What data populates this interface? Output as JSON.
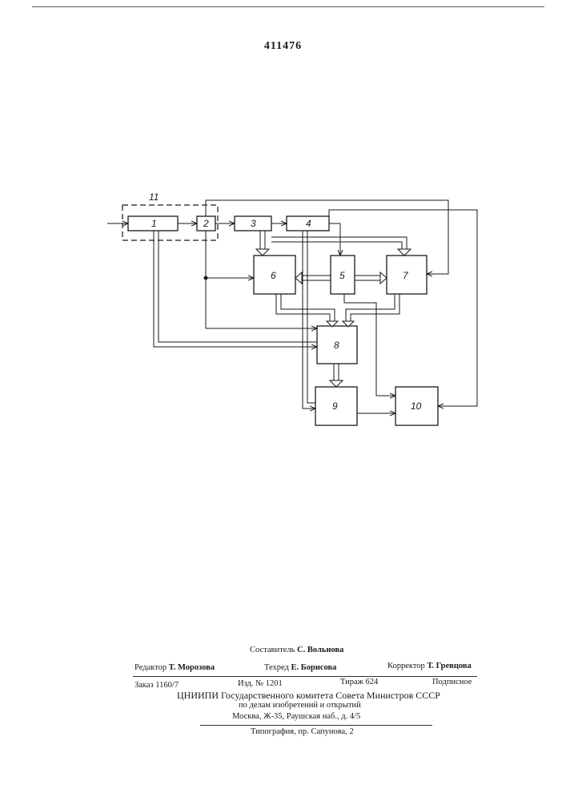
{
  "document": {
    "patent_number": "411476",
    "diagram": {
      "group_label": "11",
      "blocks": [
        {
          "id": "b1",
          "label": "1"
        },
        {
          "id": "b2",
          "label": "2"
        },
        {
          "id": "b3",
          "label": "3"
        },
        {
          "id": "b4",
          "label": "4"
        },
        {
          "id": "b5",
          "label": "5"
        },
        {
          "id": "b6",
          "label": "6"
        },
        {
          "id": "b7",
          "label": "7"
        },
        {
          "id": "b8",
          "label": "8"
        },
        {
          "id": "b9",
          "label": "9"
        },
        {
          "id": "b10",
          "label": "10"
        }
      ]
    },
    "imprint": {
      "compiler_role": "Составитель",
      "compiler_name": "С. Вольнова",
      "editor_role": "Редактор",
      "editor_name": "Т. Морозова",
      "techred_role": "Техред",
      "techred_name": "Е. Борисова",
      "corrector_role": "Корректор",
      "corrector_name": "Т. Гревцова",
      "order": "Заказ 1160/7",
      "edition": "Изд. № 1201",
      "print_run": "Тираж 624",
      "subscription": "Подписное",
      "org_line1": "ЦНИИПИ Государственного комитета Совета Министров СССР",
      "org_line2": "по делам изобретений и открытий",
      "org_line3": "Москва, Ж-35, Раушская наб., д. 4/5",
      "printer": "Типография, пр. Сапунова, 2"
    }
  }
}
